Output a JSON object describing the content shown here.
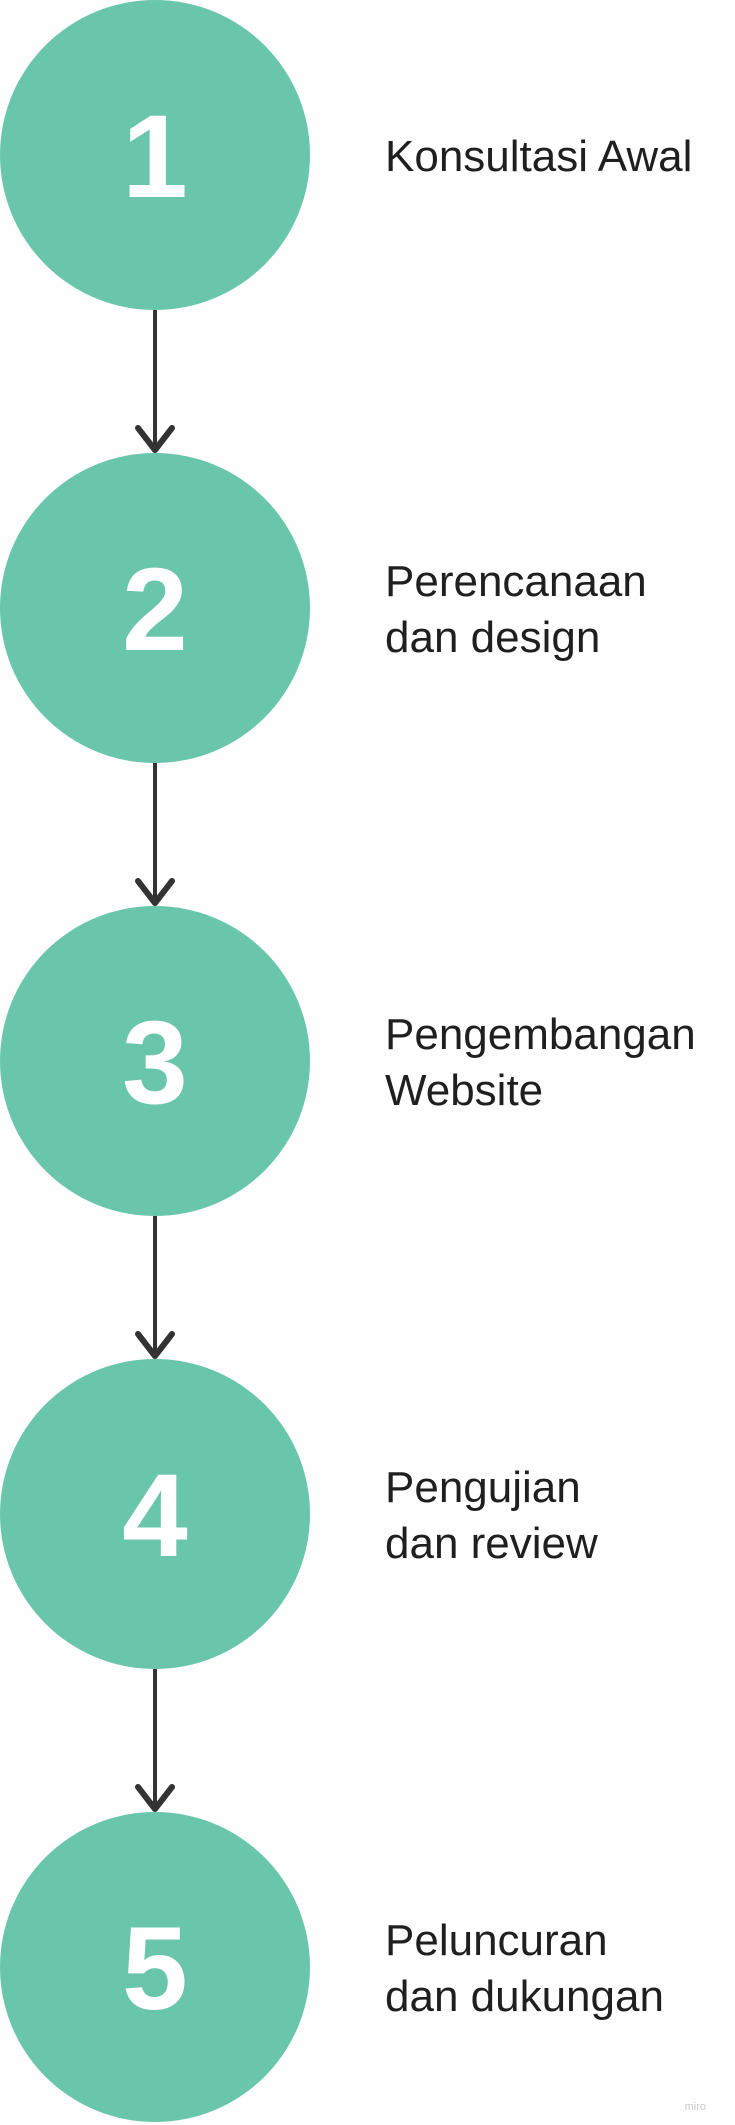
{
  "colors": {
    "circle": "#6ac6aa",
    "number": "#ffffff",
    "arrow": "#333333",
    "label": "#1f1f1f",
    "watermark": "#c9c9c9"
  },
  "steps": [
    {
      "number": "1",
      "label_lines": [
        "Konsultasi Awal"
      ]
    },
    {
      "number": "2",
      "label_lines": [
        "Perencanaan",
        "dan design"
      ]
    },
    {
      "number": "3",
      "label_lines": [
        "Pengembangan",
        "Website"
      ]
    },
    {
      "number": "4",
      "label_lines": [
        "Pengujian",
        "dan review"
      ]
    },
    {
      "number": "5",
      "label_lines": [
        "Peluncuran",
        "dan dukungan"
      ]
    }
  ],
  "watermark": "miro"
}
